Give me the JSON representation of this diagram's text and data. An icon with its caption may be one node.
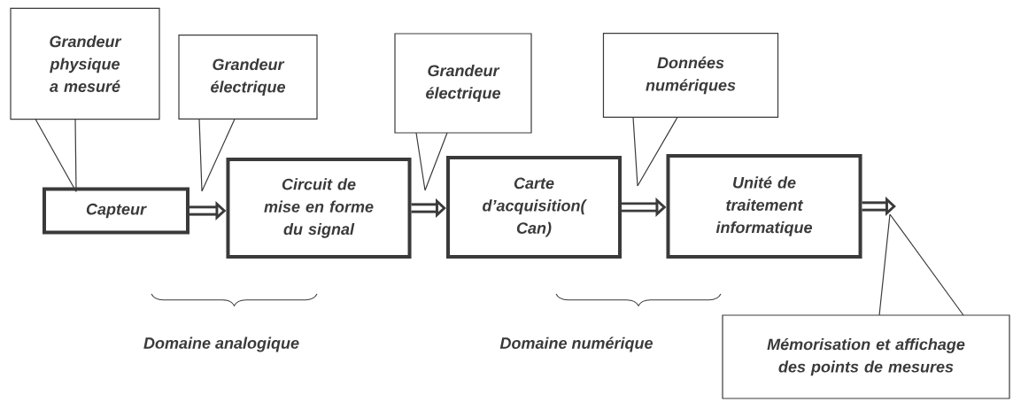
{
  "diagram": {
    "nodes": [
      {
        "text": [
          "Grandeur physique a mesuré"
        ]
      },
      {
        "text": [
          "Grandeur électrique"
        ]
      },
      {
        "text": [
          "Grandeur électrique"
        ]
      },
      {
        "text": [
          "Données numériques"
        ]
      },
      {
        "text": [
          "Capteur"
        ]
      },
      {
        "text": [
          "Circuit de mise en forme du signal"
        ]
      },
      {
        "text": [
          "Carte d’acquisition( Can)"
        ]
      },
      {
        "text": [
          "Unité de traitement informatique"
        ]
      },
      {
        "text": [
          "Mémorisation et affichage des points de mesures"
        ]
      }
    ],
    "edges": [
      {
        "from": 4,
        "to": 5,
        "arrow": "to",
        "style": "thick"
      },
      {
        "from": 5,
        "to": 6,
        "arrow": "to",
        "style": "thick"
      },
      {
        "from": 6,
        "to": 7,
        "arrow": "to",
        "style": "thick"
      },
      {
        "from": 7,
        "to": null,
        "arrow": "to",
        "style": "thick"
      },
      {
        "from": 0,
        "to": 4,
        "arrow": "none"
      },
      {
        "from": 1,
        "to": null,
        "arrow": "none"
      },
      {
        "from": 2,
        "to": null,
        "arrow": "none"
      },
      {
        "from": 3,
        "to": null,
        "arrow": "none"
      },
      {
        "from": 8,
        "to": null,
        "arrow": "none"
      }
    ],
    "labels": [
      "Domaine analogique",
      "Domaine numérique"
    ]
  }
}
